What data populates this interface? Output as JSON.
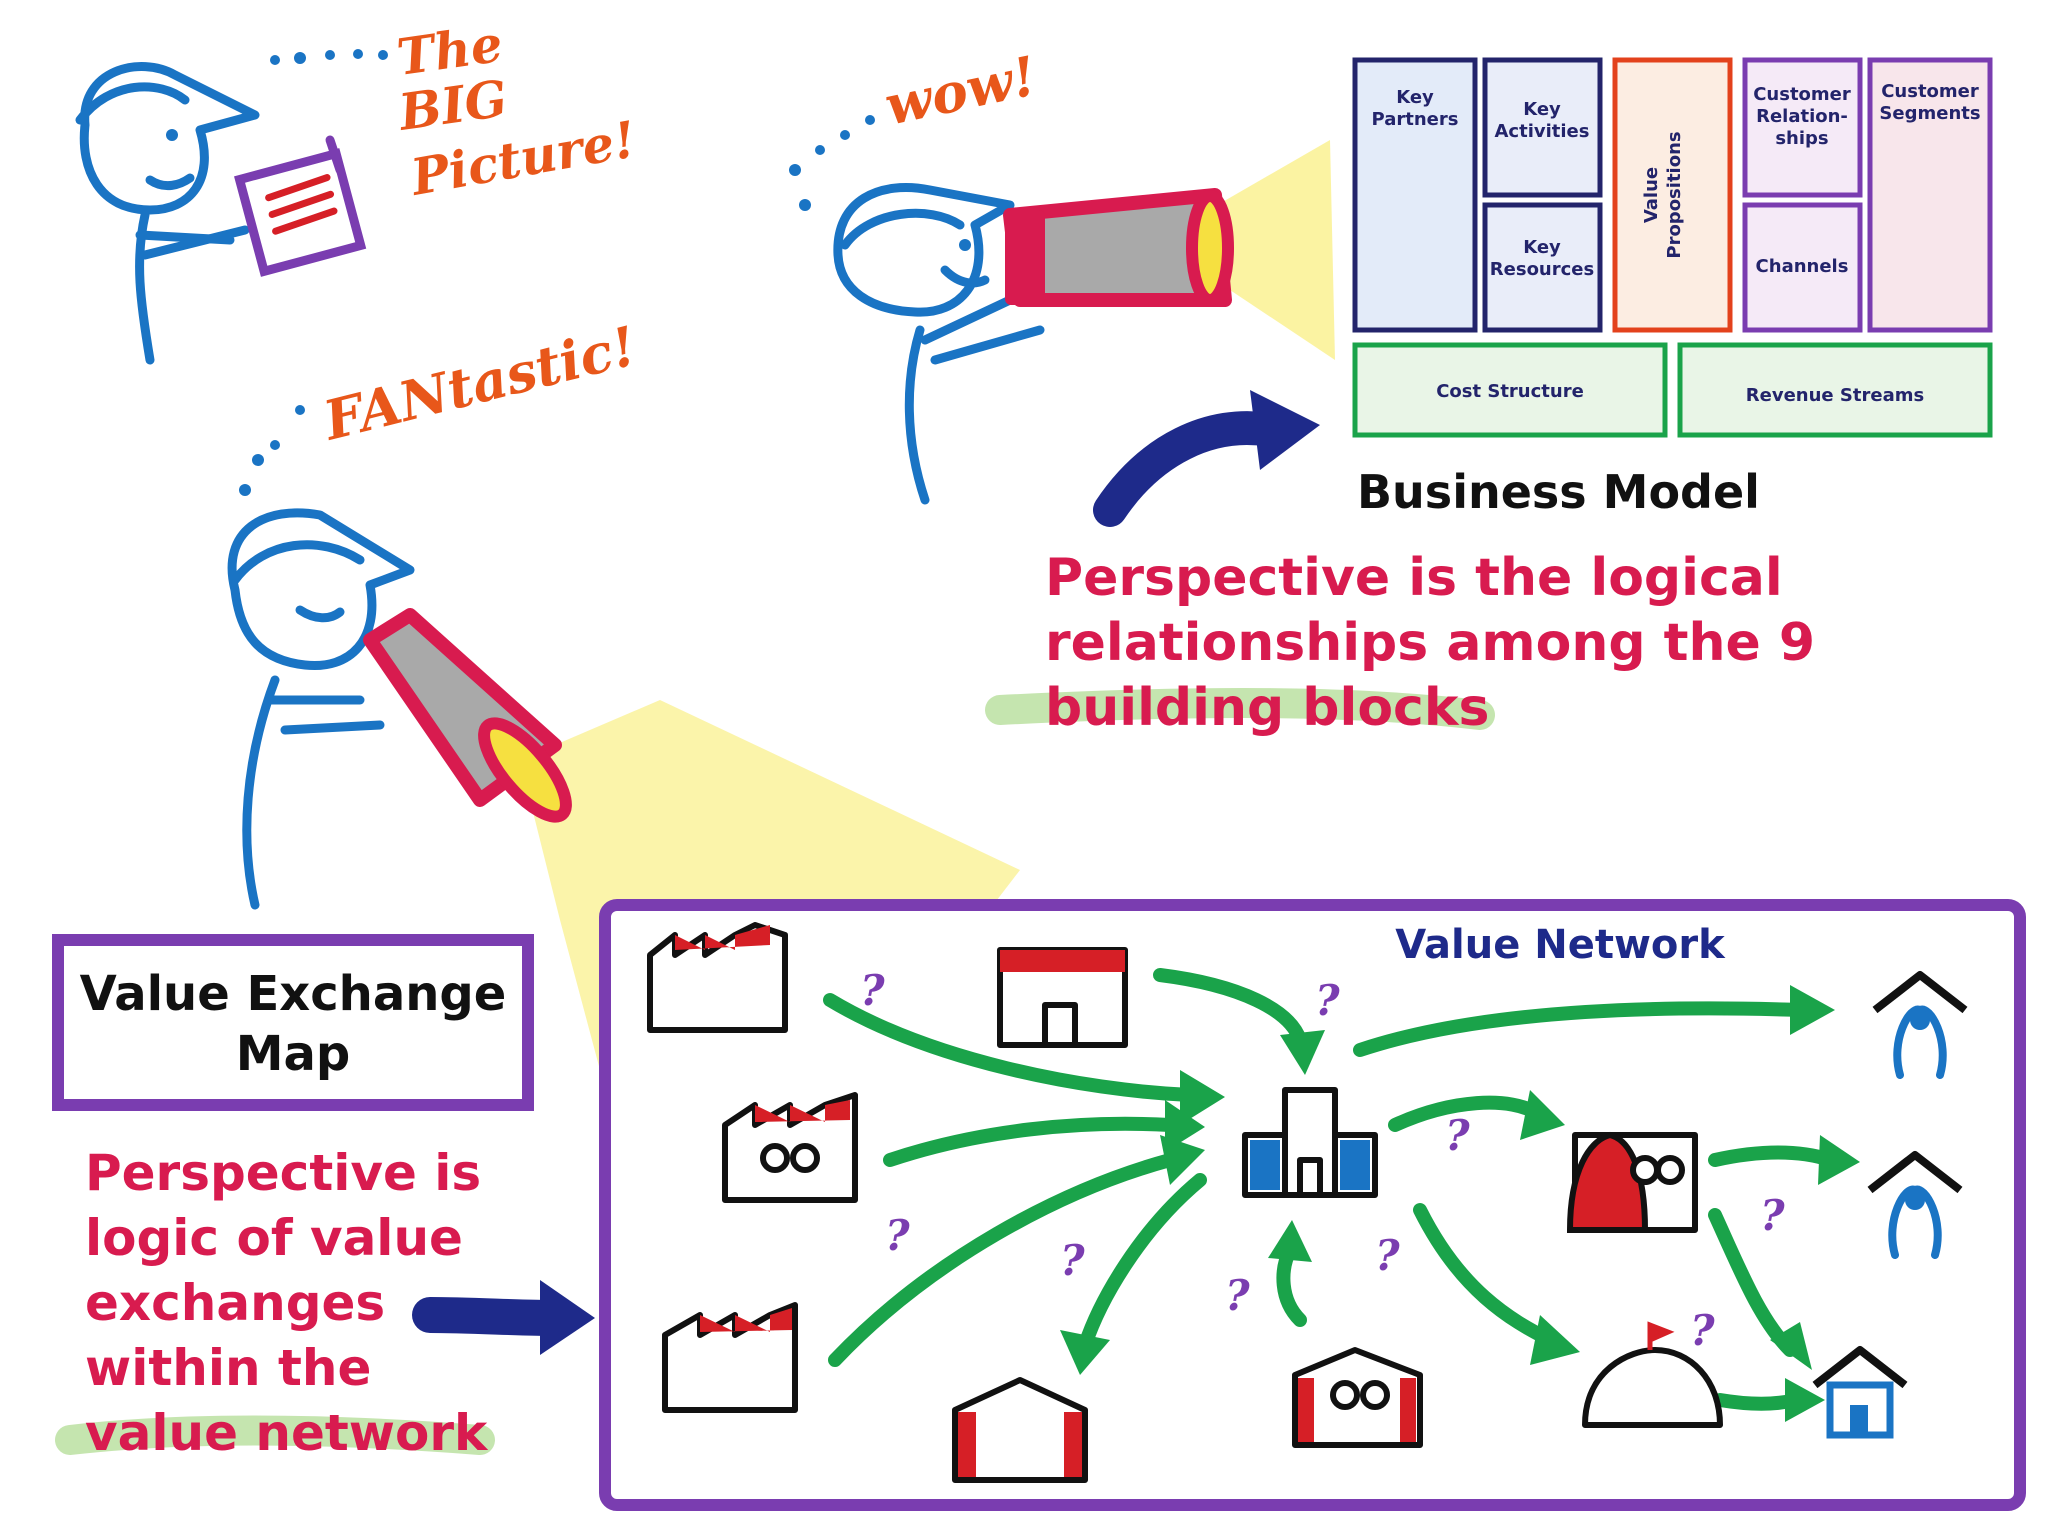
{
  "exclamations": {
    "big_picture_line1": "The",
    "big_picture_line2": "BIG",
    "big_picture_line3": "Picture!",
    "wow": "wow!",
    "fantastic": "FANtastic!"
  },
  "business_model": {
    "title": "Business Model",
    "blocks": {
      "key_partners": [
        "Key",
        "Partners"
      ],
      "key_activities": [
        "Key",
        "Activities"
      ],
      "key_resources": [
        "Key",
        "Resources"
      ],
      "value_propositions": [
        "Value",
        "Propositions"
      ],
      "customer_relationships": [
        "Customer",
        "Relation-",
        "ships"
      ],
      "channels": [
        "Channels"
      ],
      "customer_segments": [
        "Customer",
        "Segments"
      ],
      "cost_structure": [
        "Cost Structure"
      ],
      "revenue_streams": [
        "Revenue Streams"
      ]
    },
    "perspective_lines": [
      "Perspective is the logical",
      "relationships among the 9",
      "building blocks"
    ]
  },
  "value_exchange_map": {
    "title_line1": "Value Exchange",
    "title_line2": "Map",
    "perspective_lines": [
      "Perspective is",
      "logic of value",
      "exchanges",
      "within the",
      "value network"
    ]
  },
  "value_network": {
    "title": "Value Network",
    "question_mark": "?"
  },
  "colors": {
    "ink_blue": "#1a74c4",
    "orange": "#e8571a",
    "pink": "#d81b4f",
    "navy": "#1e2a8a",
    "purple": "#7a3db0",
    "green": "#1aa34a",
    "red": "#d61f26",
    "yellow": "#f5e642"
  }
}
